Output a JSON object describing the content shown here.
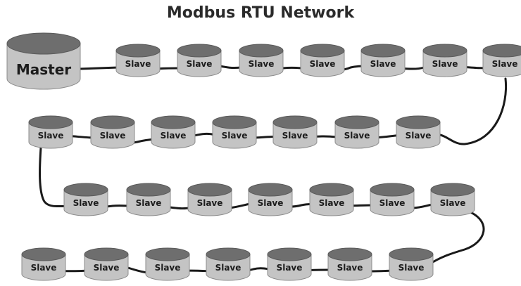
{
  "title": "Modbus RTU Network",
  "master": {
    "label": "Master"
  },
  "slave_label": "Slave",
  "colors": {
    "cylinder_body": "#c4c4c4",
    "cylinder_top": "#6e6e6e",
    "wire": "#1a1a1a"
  }
}
